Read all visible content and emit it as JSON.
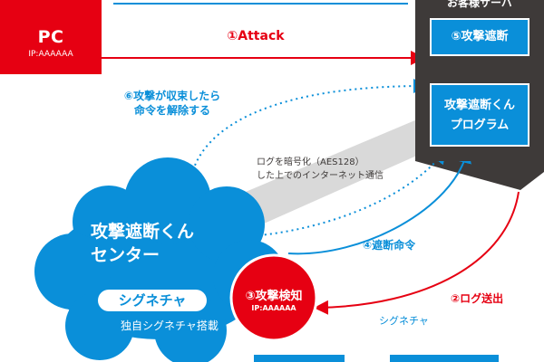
{
  "colors": {
    "red": "#e60012",
    "blue": "#0a8fd9",
    "dark": "#3e3a39",
    "gray": "#d9d9d9"
  },
  "pc": {
    "label": "PC",
    "ip": "IP:AAAAAA"
  },
  "server": {
    "title": "お客様サーバ",
    "block_label": "⑤攻撃遮断",
    "program_lines": [
      "攻撃遮断くん",
      "プログラム"
    ]
  },
  "flows": {
    "attack": "①Attack",
    "release_lines": [
      "⑥攻撃が収束したら",
      "命令を解除する"
    ],
    "encryption_lines": [
      "ログを暗号化（AES128）",
      "した上でのインターネット通信"
    ],
    "block_command": "④遮断命令",
    "log_send": "②ログ送出",
    "signature": "シグネチャ"
  },
  "center": {
    "title_lines": [
      "攻撃遮断くん",
      "センター"
    ],
    "signature_pill": "シグネチャ",
    "signature_desc": "独自シグネチャ搭載"
  },
  "detection": {
    "title": "③攻撃検知",
    "ip": "IP:AAAAAA"
  }
}
